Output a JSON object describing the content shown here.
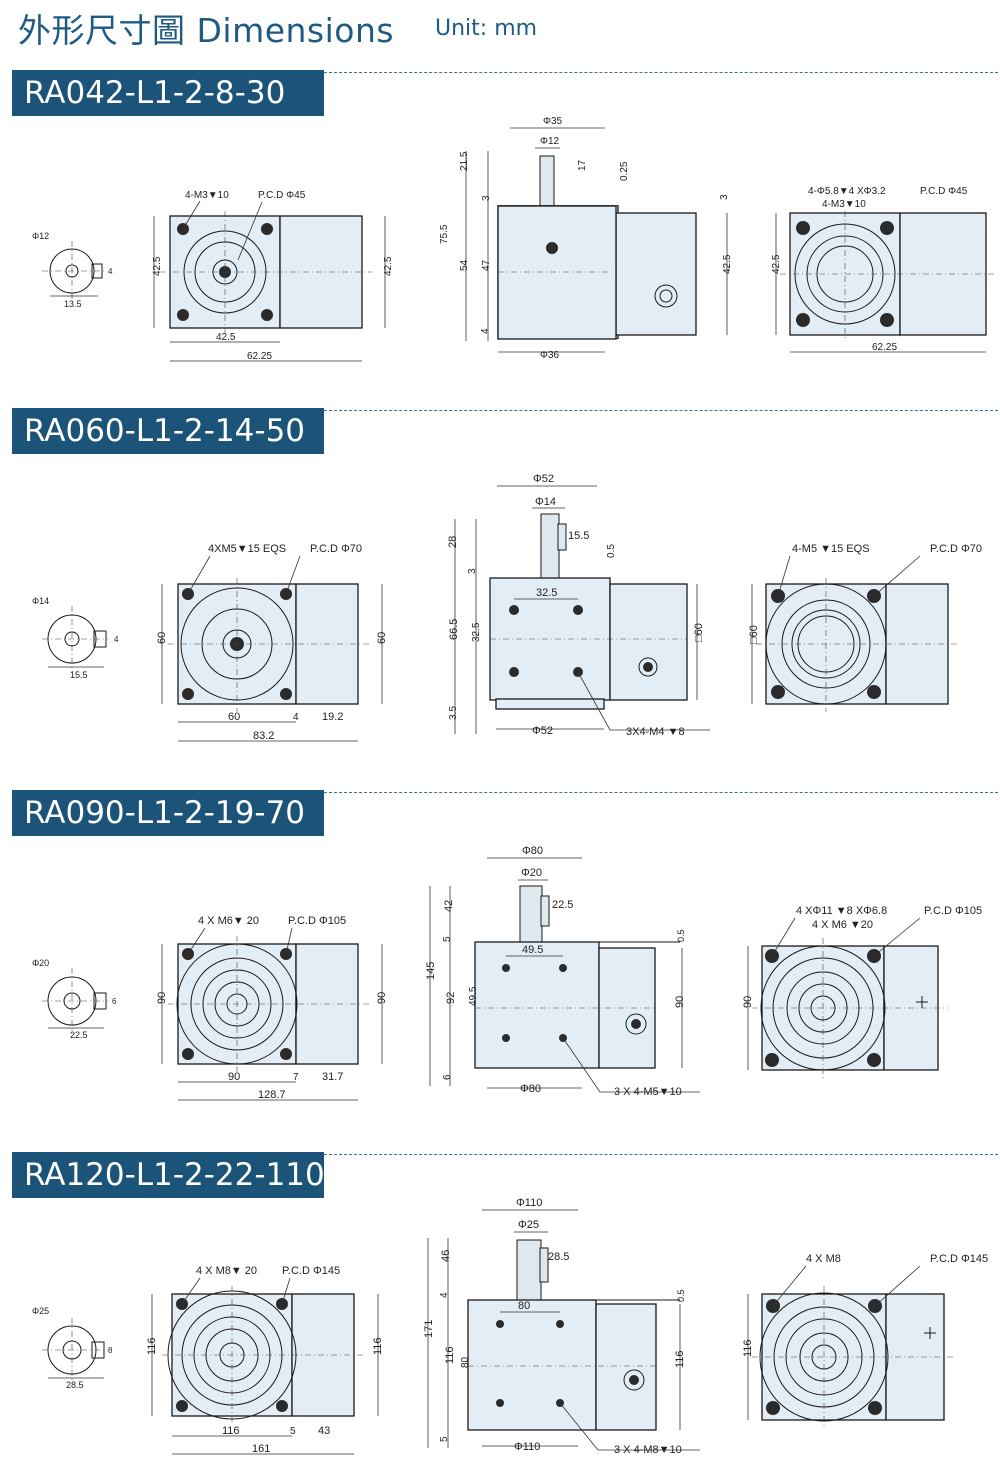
{
  "header": {
    "title": "外形尺寸圖 Dimensions",
    "unit": "Unit: mm"
  },
  "sections": [
    {
      "model": "RA042-L1-2-8-30",
      "shaft_view": {
        "diameter": "Φ12",
        "key_height": "13.5",
        "key_width": "4"
      },
      "front_view": {
        "bolts": "4-M3▼10",
        "pcd": "P.C.D Φ45",
        "height_left": "42.5",
        "height_right": "42.5",
        "width_flange": "42.5",
        "width_total": "62.25"
      },
      "side_view": {
        "d_body": "Φ35",
        "d_shaft": "Φ12",
        "key_len": "17",
        "gap": "0.25",
        "shaft_len": "21.5",
        "step": "3",
        "total": "75.5",
        "body_h": "54",
        "inner_h": "47",
        "base": "4",
        "right_h": "42.5",
        "right_step": "3",
        "d_bottom": "Φ36"
      },
      "rear_view": {
        "holes": "4-Φ5.8▼4 XΦ3.2",
        "bolts": "4-M3▼10",
        "pcd": "P.C.D Φ45",
        "height": "42.5",
        "width_total": "62.25"
      }
    },
    {
      "model": "RA060-L1-2-14-50",
      "shaft_view": {
        "diameter": "Φ14",
        "key_height": "15.5",
        "key_width": "4"
      },
      "front_view": {
        "bolts": "4XM5▼15 EQS",
        "pcd": "P.C.D Φ70",
        "height_left": "60",
        "height_right": "60",
        "width_flange": "60",
        "gap": "4",
        "width_side": "19.2",
        "width_total": "83.2"
      },
      "side_view": {
        "d_body": "Φ52",
        "d_shaft": "Φ14",
        "key_len": "15.5",
        "gap": "0.5",
        "shaft_len": "28",
        "step": "3",
        "total": "66.5",
        "inner_h": "32.5",
        "inner_w": "32.5",
        "base": "3.5",
        "right_h": "□60",
        "d_bottom": "Φ52",
        "holes": "3X4-M4 ▼8"
      },
      "rear_view": {
        "bolts": "4-M5 ▼15 EQS",
        "pcd": "P.C.D Φ70",
        "height": "□60"
      }
    },
    {
      "model": "RA090-L1-2-19-70",
      "shaft_view": {
        "diameter": "Φ20",
        "key_height": "22.5",
        "key_width": "6"
      },
      "front_view": {
        "bolts": "4 X M6▼ 20",
        "pcd": "P.C.D Φ105",
        "height_left": "90",
        "height_right": "90",
        "width_flange": "90",
        "gap": "7",
        "width_side": "31.7",
        "width_total": "128.7"
      },
      "side_view": {
        "d_body": "Φ80",
        "d_shaft": "Φ20",
        "key_len": "22.5",
        "gap": "0.5",
        "shaft_len": "42",
        "step": "5",
        "total": "145",
        "body_h": "92",
        "inner_h": "49.5",
        "inner_w": "49.5",
        "base": "6",
        "right_h": "90",
        "d_bottom": "Φ80",
        "holes": "3 X 4-M5▼10"
      },
      "rear_view": {
        "holes": "4 XΦ11 ▼8 XΦ6.8",
        "bolts": "4 X M6 ▼20",
        "pcd": "P.C.D Φ105",
        "height": "90"
      }
    },
    {
      "model": "RA120-L1-2-22-110",
      "shaft_view": {
        "diameter": "Φ25",
        "key_height": "28.5",
        "key_width": "8"
      },
      "front_view": {
        "bolts": "4 X M8▼ 20",
        "pcd": "P.C.D Φ145",
        "height_left": "116",
        "height_right": "116",
        "width_flange": "116",
        "gap": "5",
        "width_side": "43",
        "width_total": "161"
      },
      "side_view": {
        "d_body": "Φ110",
        "d_shaft": "Φ25",
        "key_len": "28.5",
        "gap": "0.5",
        "shaft_len": "46",
        "step": "4",
        "total": "171",
        "body_h": "116",
        "inner_h": "80",
        "inner_w": "80",
        "base": "5",
        "right_h": "116",
        "d_bottom": "Φ110",
        "holes": "3 X 4-M8▼10"
      },
      "rear_view": {
        "bolts": "4 X M8",
        "pcd": "P.C.D Φ145",
        "height": "116"
      }
    }
  ]
}
